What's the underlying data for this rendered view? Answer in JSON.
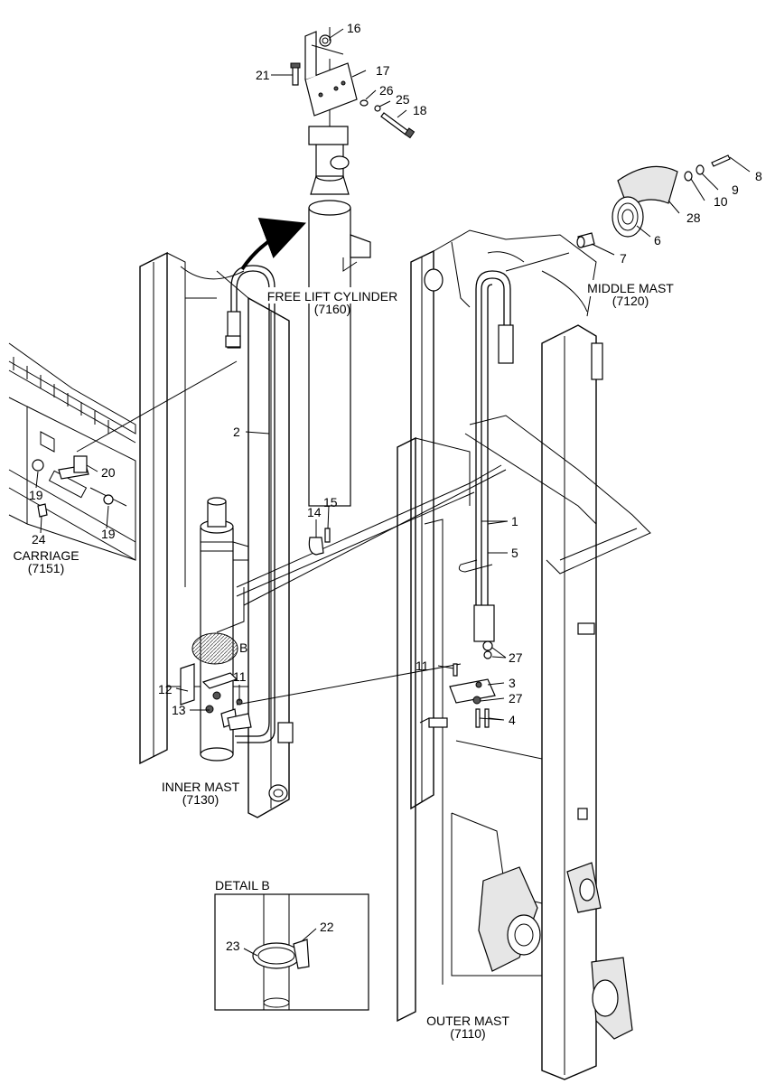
{
  "callouts": {
    "n16": "16",
    "n17": "17",
    "n21": "21",
    "n26": "26",
    "n25": "25",
    "n18": "18",
    "n8": "8",
    "n9": "9",
    "n10": "10",
    "n28": "28",
    "n6": "6",
    "n7": "7",
    "n2": "2",
    "n20": "20",
    "n19a": "19",
    "n19b": "19",
    "n24": "24",
    "n14": "14",
    "n15": "15",
    "n1": "1",
    "n5": "5",
    "nB": "B",
    "n12": "12",
    "n11a": "11",
    "n13": "13",
    "n11b": "11",
    "n27a": "27",
    "n3": "3",
    "n27b": "27",
    "n4": "4",
    "n22": "22",
    "n23": "23"
  },
  "labels": {
    "free_lift_name": "FREE LIFT CYLINDER",
    "free_lift_code": "(7160)",
    "middle_mast_name": "MIDDLE MAST",
    "middle_mast_code": "(7120)",
    "carriage_name": "CARRIAGE",
    "carriage_code": "(7151)",
    "inner_mast_name": "INNER MAST",
    "inner_mast_code": "(7130)",
    "outer_mast_name": "OUTER MAST",
    "outer_mast_code": "(7110)",
    "detail_title": "DETAIL B"
  }
}
